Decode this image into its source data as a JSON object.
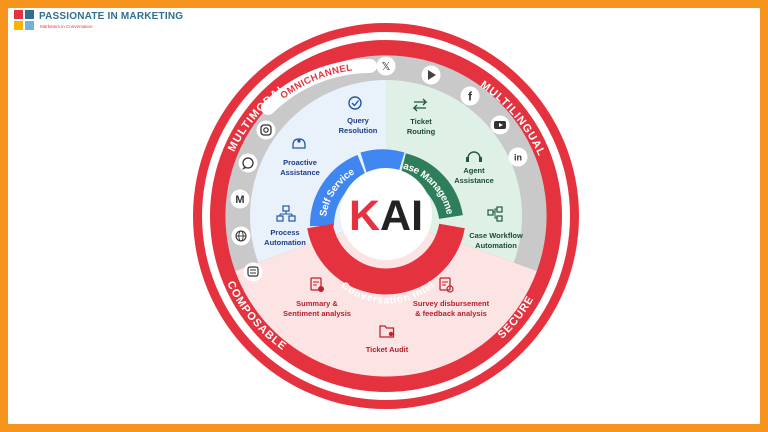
{
  "brand": {
    "title": "PASSIONATE IN MARKETING",
    "subtitle": "Marketers in Conversation"
  },
  "colors": {
    "frame": "#f7941d",
    "ring": "#e5323f",
    "self_service": "#3f86f0",
    "case_management": "#2e7d5b",
    "conversation_intel": "#e5323f",
    "band": "#c9c9c9"
  },
  "outer_ring": {
    "top_left": "MULTIMODAL",
    "top_right": "MULTILINGUAL",
    "bottom_left": "COMPOSABLE",
    "bottom_right": "SECURE"
  },
  "band_label": "OMNICHANNEL",
  "channels": [
    "x-icon",
    "play-icon",
    "facebook-icon",
    "youtube-icon",
    "linkedin-icon",
    "instagram-icon",
    "whatsapp-icon",
    "gmail-icon",
    "globe-icon",
    "chat-icon"
  ],
  "center": {
    "k": "K",
    "ai": "AI",
    "self_service": "Self Service",
    "case_management": "Case Management",
    "conversation_intel": "Conversation Intel"
  },
  "features": {
    "query_resolution": [
      "Query",
      "Resolution"
    ],
    "proactive_assistance": [
      "Proactive",
      "Assistance"
    ],
    "process_automation": [
      "Process",
      "Automation"
    ],
    "ticket_routing": [
      "Ticket",
      "Routing"
    ],
    "agent_assistance": [
      "Agent",
      "Assistance"
    ],
    "case_workflow": [
      "Case Workflow",
      "Automation"
    ],
    "summary_sentiment": [
      "Summary &",
      "Sentiment analysis"
    ],
    "survey_feedback": [
      "Survey disbursement",
      "& feedback analysis"
    ],
    "ticket_audit": [
      "Ticket Audit"
    ]
  }
}
